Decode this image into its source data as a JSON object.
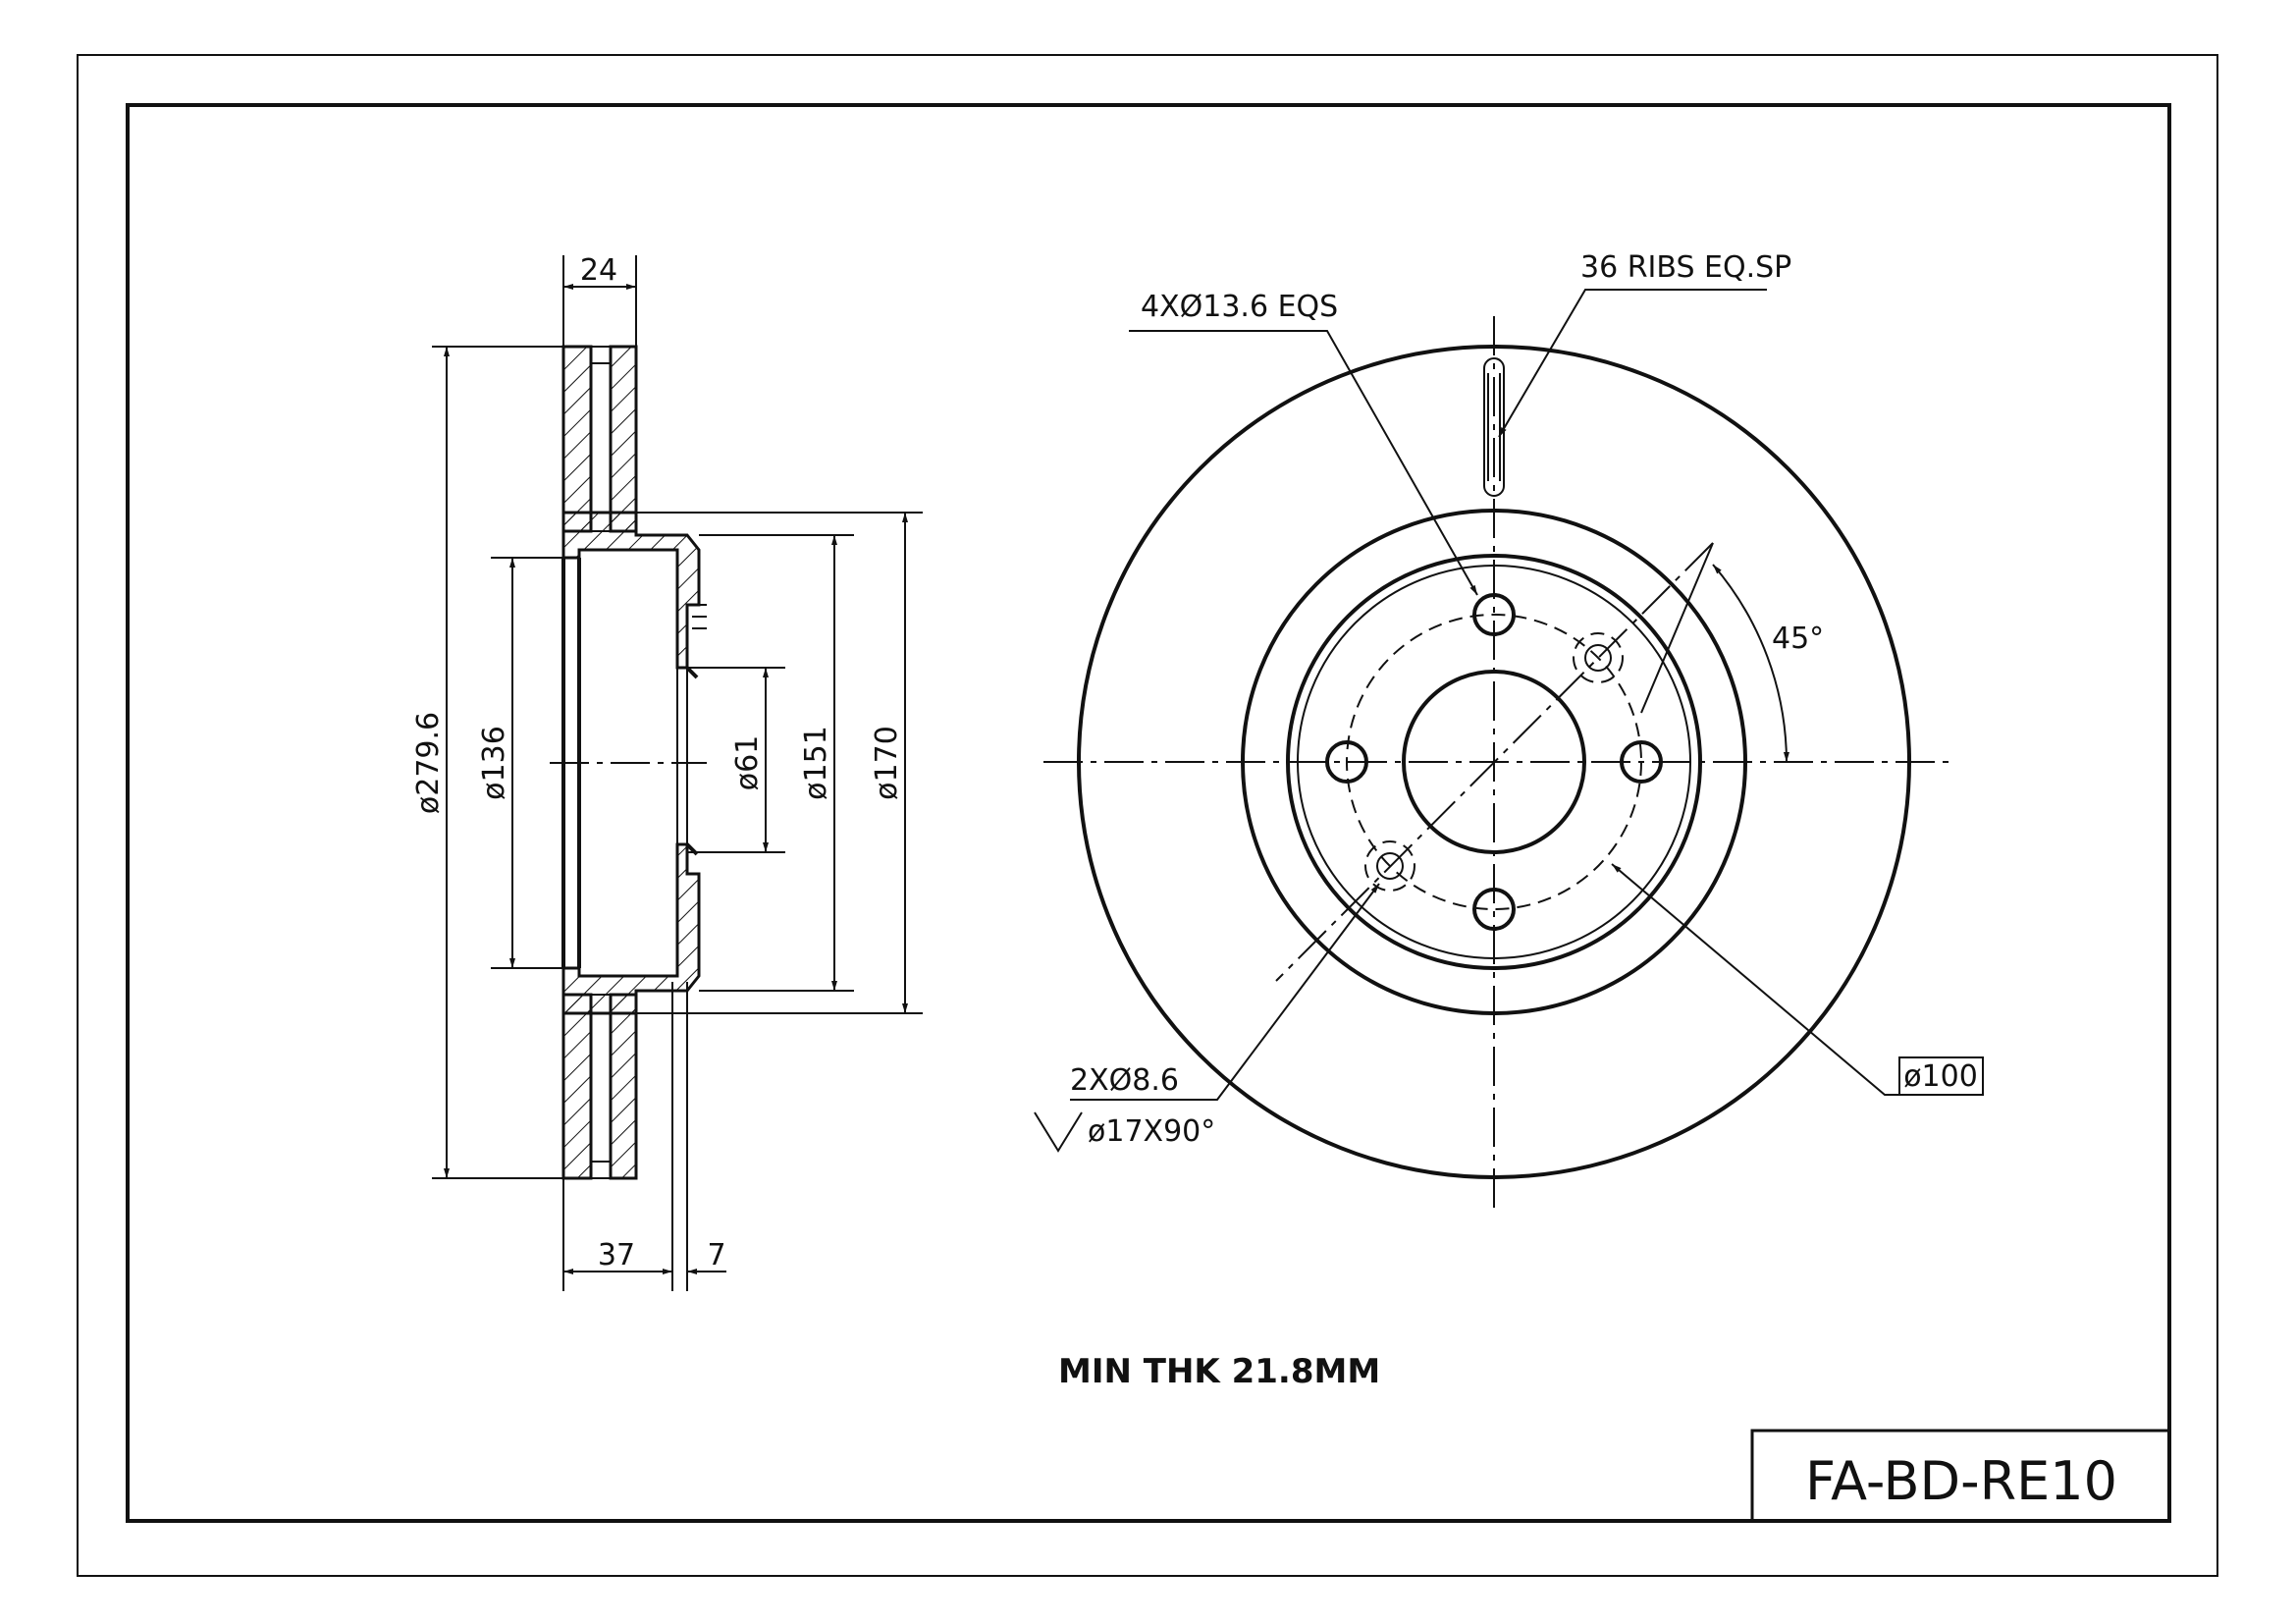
{
  "drawing": {
    "part_code": "FA-BD-RE10",
    "note": "MIN THK 21.8MM"
  },
  "side_view": {
    "dim_thickness": "24",
    "dim_hat_offset": "37",
    "dim_flange": "7",
    "dim_outer_diameter": "ø279.6",
    "dim_inner_bore": "ø136",
    "dim_center_bore": "ø61",
    "dim_hub_151": "ø151",
    "dim_hub_170": "ø170"
  },
  "front_view": {
    "label_bolt_holes": "4XØ13.6 EQS",
    "label_ribs": "36 RIBS EQ.SP",
    "label_angle": "45°",
    "label_small_holes": "2XØ8.6",
    "label_countersink": "ø17X90°",
    "label_pcd": "ø100"
  }
}
